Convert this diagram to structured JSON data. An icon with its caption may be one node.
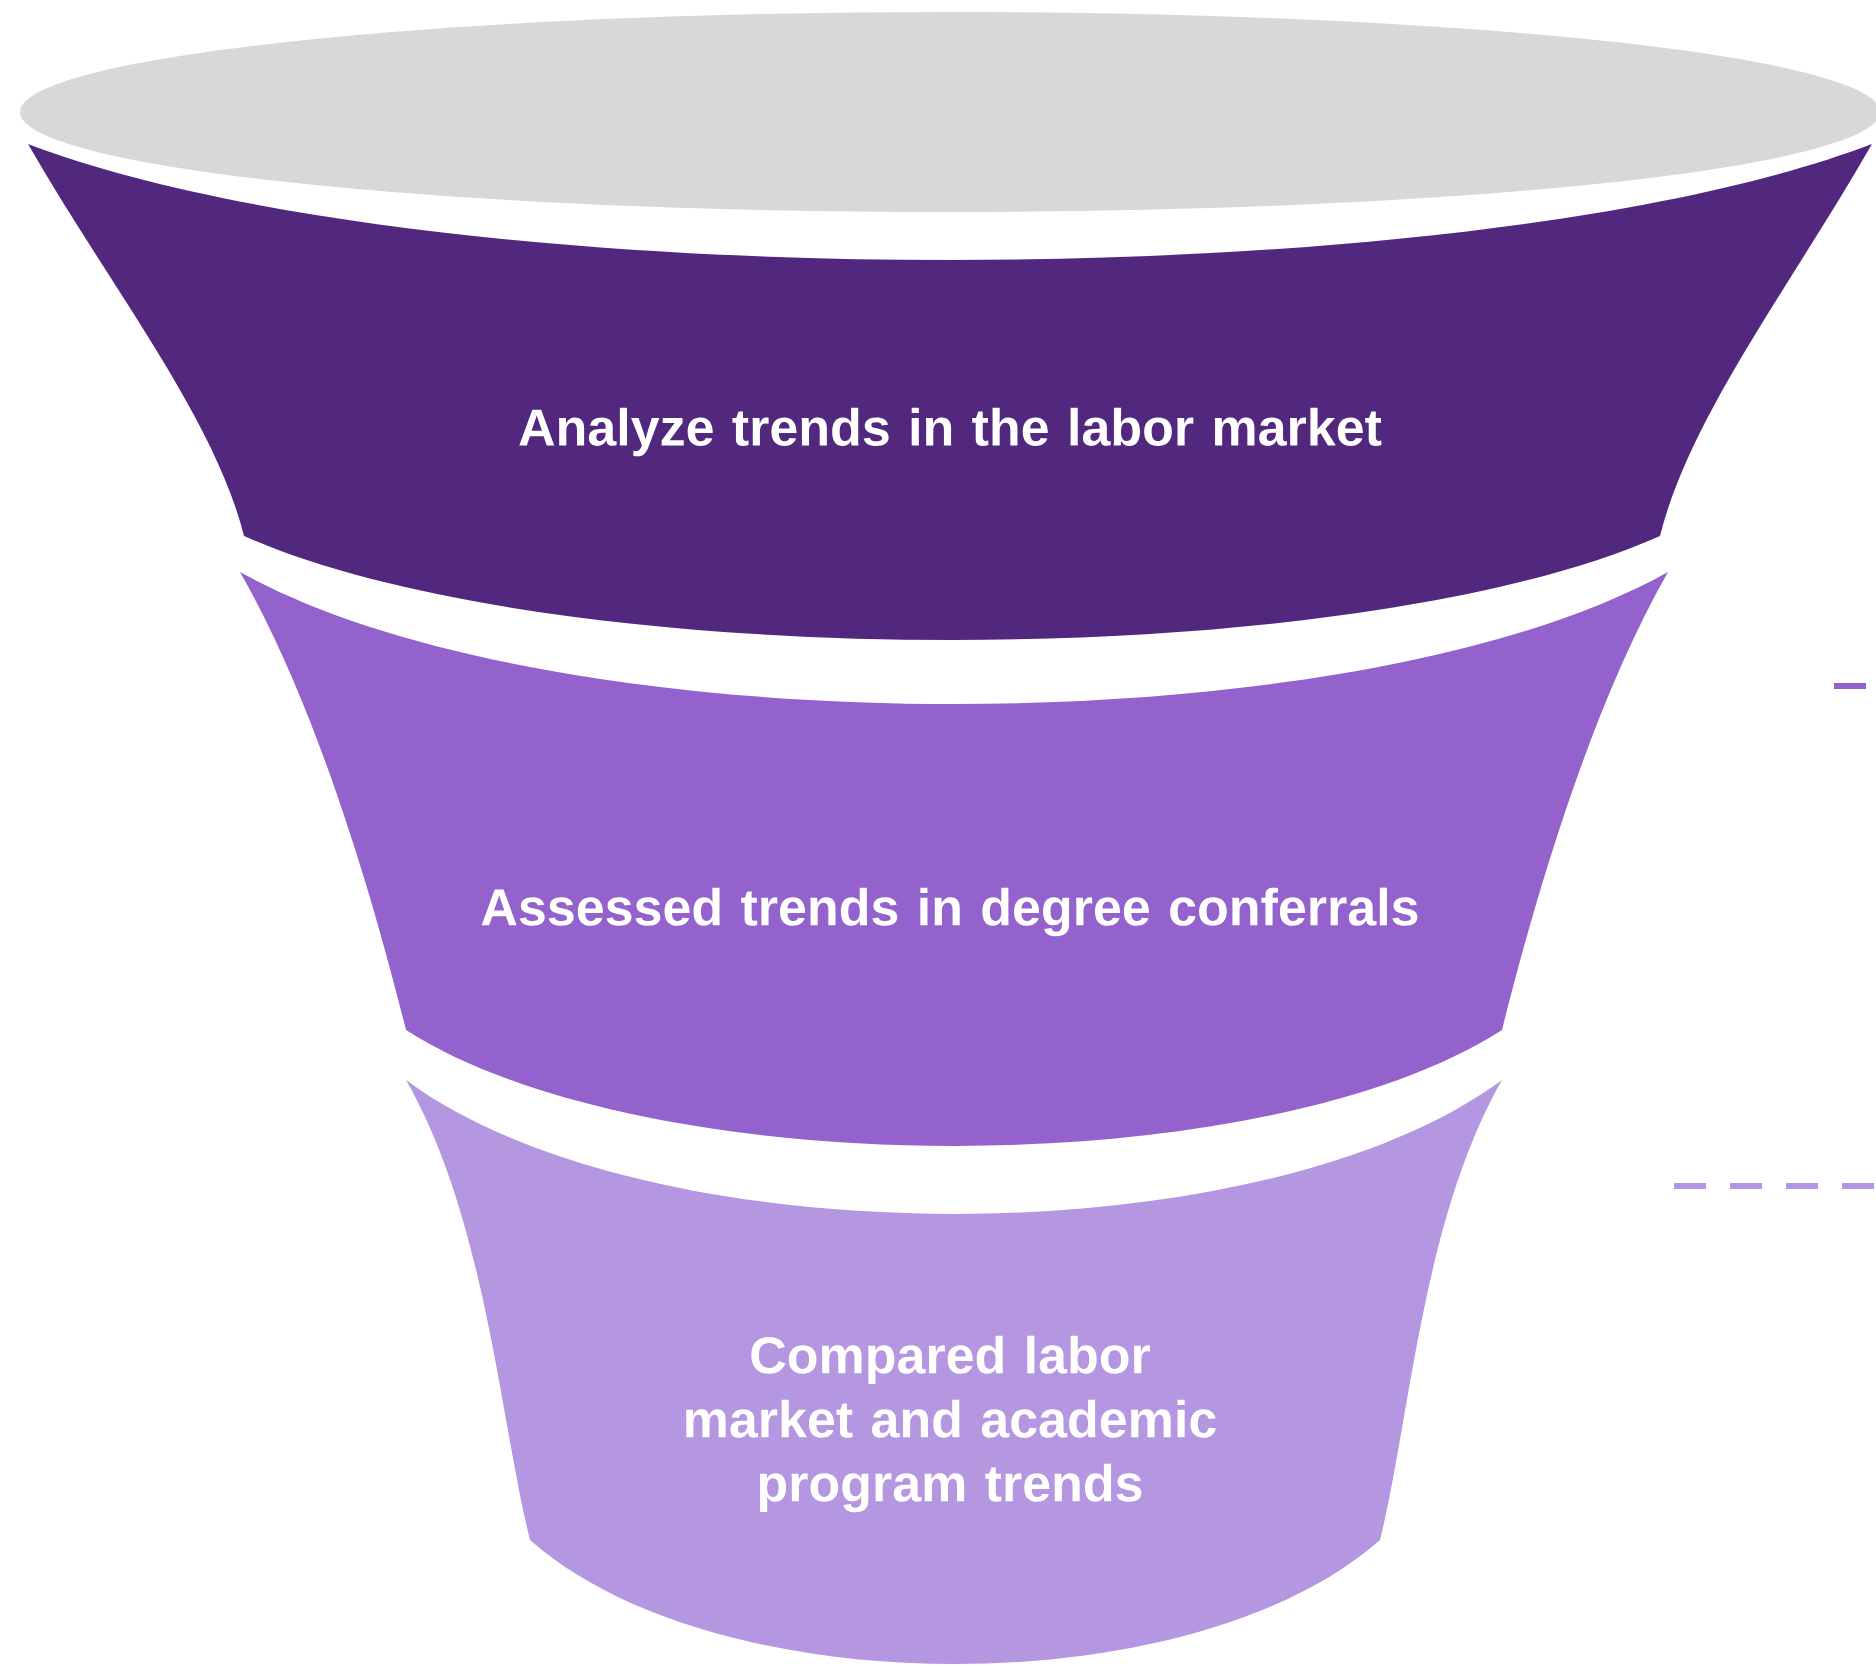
{
  "diagram": {
    "nodes": [
      {
        "text": [],
        "shape": "ellipse"
      },
      {
        "text": [
          "Analyze trends in the labor market"
        ]
      },
      {
        "text": [
          "Assessed trends in degree conferrals"
        ]
      },
      {
        "text": [
          "Compared labor market and academic program trends"
        ]
      }
    ]
  }
}
